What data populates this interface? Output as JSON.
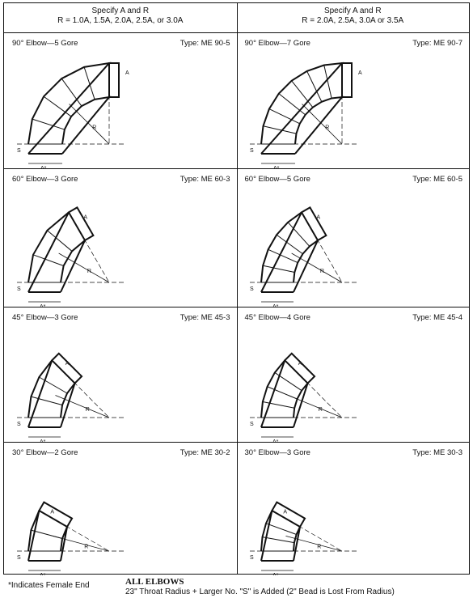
{
  "header": {
    "left": {
      "line1": "Specify A and R",
      "line2": "R = 1.0A, 1.5A, 2.0A, 2.5A, or 3.0A"
    },
    "right": {
      "line1": "Specify A and R",
      "line2": "R = 2.0A, 2.5A, 3.0A or 3.5A"
    }
  },
  "diagrams": [
    {
      "title": "90° Elbow—5 Gore",
      "type": "Type: ME 90-5",
      "angle": 90,
      "gores": 5
    },
    {
      "title": "90° Elbow—7 Gore",
      "type": "Type: ME 90-7",
      "angle": 90,
      "gores": 7
    },
    {
      "title": "60° Elbow—3 Gore",
      "type": "Type: ME 60-3",
      "angle": 60,
      "gores": 3
    },
    {
      "title": "60° Elbow—5 Gore",
      "type": "Type: ME 60-5",
      "angle": 60,
      "gores": 5
    },
    {
      "title": "45° Elbow—3 Gore",
      "type": "Type: ME 45-3",
      "angle": 45,
      "gores": 3
    },
    {
      "title": "45° Elbow—4 Gore",
      "type": "Type: ME 45-4",
      "angle": 45,
      "gores": 4
    },
    {
      "title": "30° Elbow—2 Gore",
      "type": "Type: ME 30-2",
      "angle": 30,
      "gores": 2
    },
    {
      "title": "30° Elbow—3 Gore",
      "type": "Type: ME 30-3",
      "angle": 30,
      "gores": 3
    }
  ],
  "labels": {
    "s": "S",
    "a": "A",
    "r": "R",
    "a_star": "A*"
  },
  "footer": {
    "note": "*Indicates Female End",
    "heading": "ALL ELBOWS",
    "text": "23\" Throat Radius + Larger No. \"S\" is Added (2\" Bead is Lost From Radius)"
  }
}
